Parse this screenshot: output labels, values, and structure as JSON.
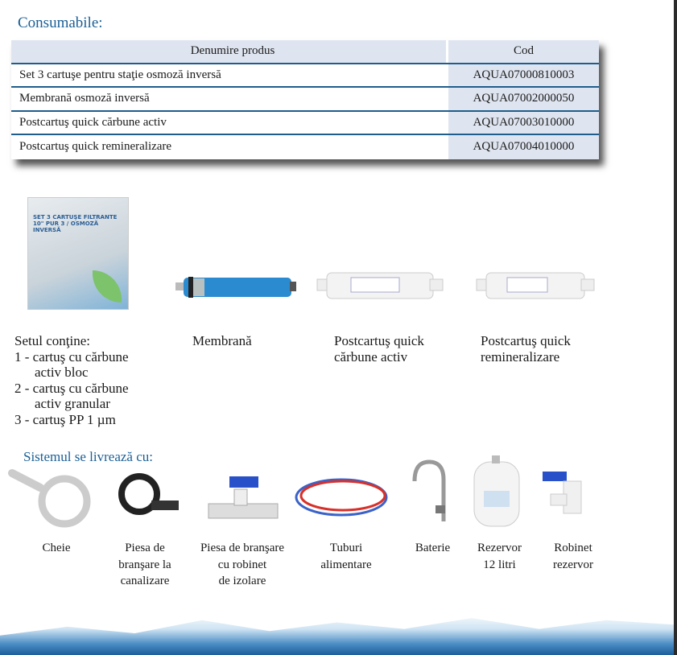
{
  "consumables": {
    "title": "Consumabile:",
    "headers": [
      "Denumire produs",
      "Cod"
    ],
    "rows": [
      {
        "name": "Set 3 cartuşe pentru staţie osmoză inversă",
        "code": "AQUA07000810003"
      },
      {
        "name": "Membrană osmoză inversă",
        "code": "AQUA07002000050"
      },
      {
        "name": "Postcartuş quick cărbune activ",
        "code": "AQUA07003010000"
      },
      {
        "name": "Postcartuş quick remineralizare",
        "code": "AQUA07004010000"
      }
    ]
  },
  "products": {
    "set_lines": [
      "Setul conţine:",
      "1 - cartuş cu cărbune",
      "activ bloc",
      "2 - cartuş cu cărbune",
      "activ granular",
      "3 - cartuş PP 1 µm"
    ],
    "box_label": "SET 3 CARTUŞE FILTRANTE 10\" PUR 3 / OSMOZĂ INVERSĂ",
    "membrane": "Membrană",
    "carbon": [
      "Postcartuş quick",
      "cărbune activ"
    ],
    "remin": [
      "Postcartuş quick",
      "remineralizare"
    ]
  },
  "delivery": {
    "title": "Sistemul se livrează cu:",
    "items": [
      {
        "lines": [
          "Cheie"
        ]
      },
      {
        "lines": [
          "Piesa de",
          "branşare la",
          "canalizare"
        ]
      },
      {
        "lines": [
          "Piesa de branşare",
          "cu robinet",
          "de izolare"
        ]
      },
      {
        "lines": [
          "Tuburi",
          "alimentare"
        ]
      },
      {
        "lines": [
          "Baterie"
        ]
      },
      {
        "lines": [
          "Rezervor",
          "12 litri"
        ]
      },
      {
        "lines": [
          "Robinet",
          "rezervor"
        ]
      }
    ]
  }
}
